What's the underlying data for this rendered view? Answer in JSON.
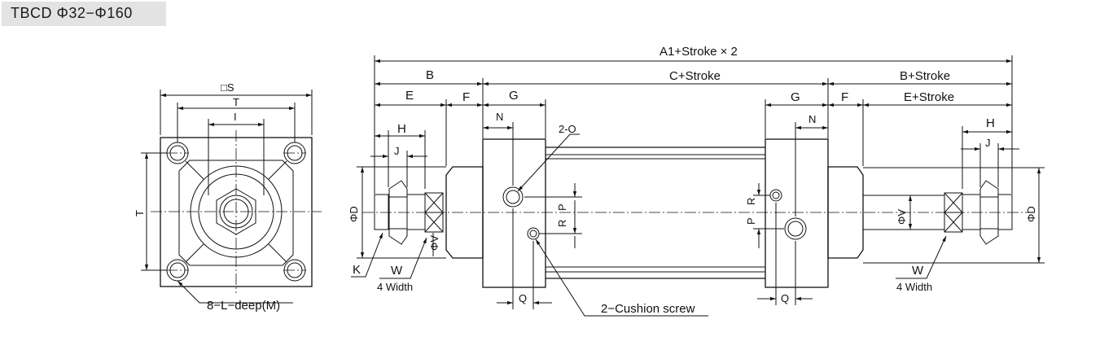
{
  "title": "TBCD Φ32−Φ160",
  "labels": {
    "square_s": "□S",
    "t_top": "T",
    "i": "I",
    "t_left": "T",
    "bolt_note": "8−L−deep(M)",
    "a1": "A1+Stroke × 2",
    "b": "B",
    "c": "C+Stroke",
    "b_right": "B+Stroke",
    "e": "E",
    "f": "F",
    "g": "G",
    "g_right": "G",
    "f_right": "F",
    "e_right": "E+Stroke",
    "n": "N",
    "n_right": "N",
    "o": "2-O",
    "h": "H",
    "h_right": "H",
    "j": "J",
    "j_right": "J",
    "phi_d": "ΦD",
    "phi_d_right": "ΦD",
    "phi_v": "ΦV",
    "phi_v_right": "ΦV",
    "p": "P",
    "r": "R",
    "p_right": "P",
    "r_right": "R",
    "k": "K",
    "w": "W",
    "w_right": "W",
    "width_note": "4 Width",
    "width_note_right": "4 Width",
    "q": "Q",
    "q_right": "Q",
    "cushion": "2−Cushion screw"
  }
}
